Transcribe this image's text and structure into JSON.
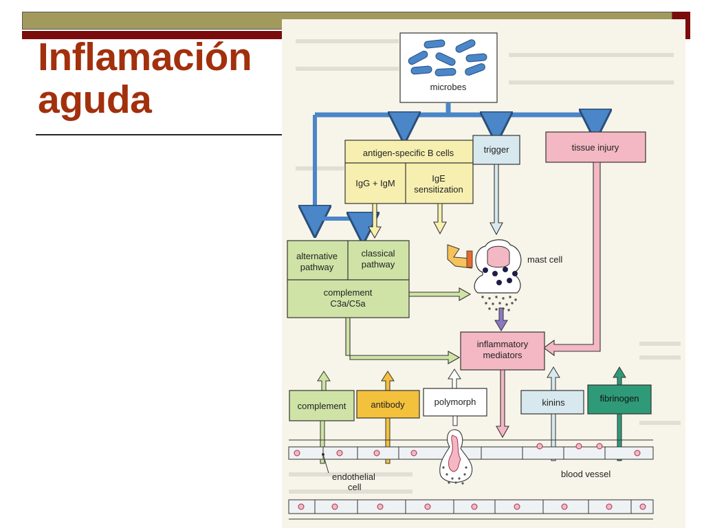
{
  "slide": {
    "title_line1": "Inflamación",
    "title_line2": "aguda"
  },
  "diagram": {
    "microbes": "microbes",
    "b_cells": "antigen-specific B cells",
    "igg_igm": "IgG + IgM",
    "ige_line1": "IgE",
    "ige_line2": "sensitization",
    "trigger": "trigger",
    "tissue_injury": "tissue injury",
    "alt_line1": "alternative",
    "alt_line2": "pathway",
    "cls_line1": "classical",
    "cls_line2": "pathway",
    "comp_line1": "complement",
    "comp_line2": "C3a/C5a",
    "mast_cell": "mast cell",
    "mediators_line1": "inflammatory",
    "mediators_line2": "mediators",
    "complement": "complement",
    "antibody": "antibody",
    "polymorph": "polymorph",
    "kinins": "kinins",
    "fibrinogen": "fibrinogen",
    "endothelial_line1": "endothelial",
    "endothelial_line2": "cell",
    "blood_vessel": "blood vessel"
  },
  "colors": {
    "title": "#a2300d",
    "blue_arrow": "#4a86c8",
    "green_box": "#cfe3a6",
    "yellow_box": "#f6efb0",
    "pink_box": "#f3b8c4",
    "light_blue_box": "#d7e8ee",
    "antibody_box": "#f4c13c",
    "fibrinogen_box": "#2f9a78",
    "purple_arrow": "#8d78c4"
  }
}
